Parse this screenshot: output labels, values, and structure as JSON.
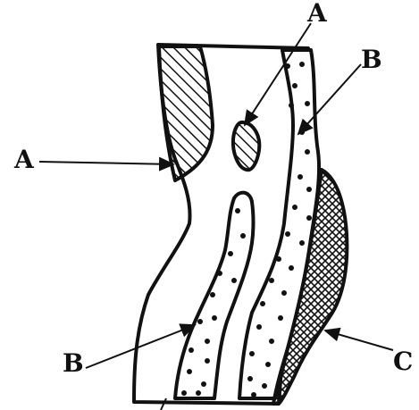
{
  "labels": {
    "a_left": "A",
    "a_top": "A",
    "b_top_right": "B",
    "b_bottom_left": "B",
    "c_right": "C"
  },
  "colors": {
    "ink": "#111111",
    "paper": "#ffffff"
  }
}
